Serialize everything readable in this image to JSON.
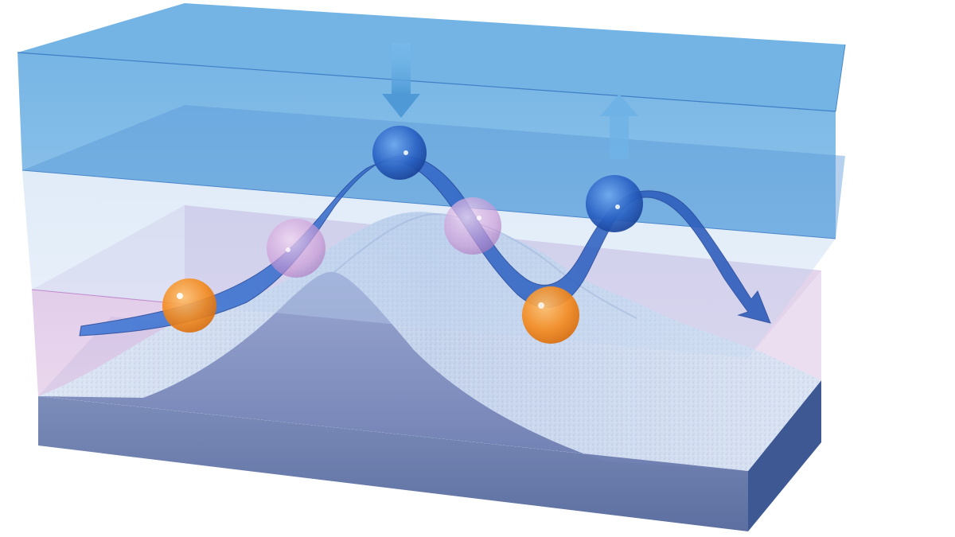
{
  "colors": {
    "background": "#ffffff",
    "upper_layer": "#6eb1e4",
    "upper_layer_edge": "#4f8fcc",
    "middle_layer": "#b4d0ee",
    "lower_layer_pink": "#e2c6e3",
    "base_block_top": "#c6d6ef",
    "base_block_front": "#6f80ad",
    "base_block_side": "#3e5a92",
    "seafloor": "#d3def0",
    "seamount_core": "#8594c3",
    "flow_arrow": "#2f62c6",
    "sphere_blue": "#1f5fc8",
    "sphere_pink": "#d8a8de",
    "sphere_orange": "#f4861d"
  },
  "diagram": {
    "layers": [
      "upper-layer",
      "middle-layer",
      "lower-layer",
      "seafloor-block"
    ],
    "flow_arrow_count": 1,
    "vertical_arrows": [
      "down",
      "up"
    ],
    "spheres": [
      "orange",
      "pink",
      "blue",
      "pink",
      "orange",
      "blue"
    ]
  }
}
